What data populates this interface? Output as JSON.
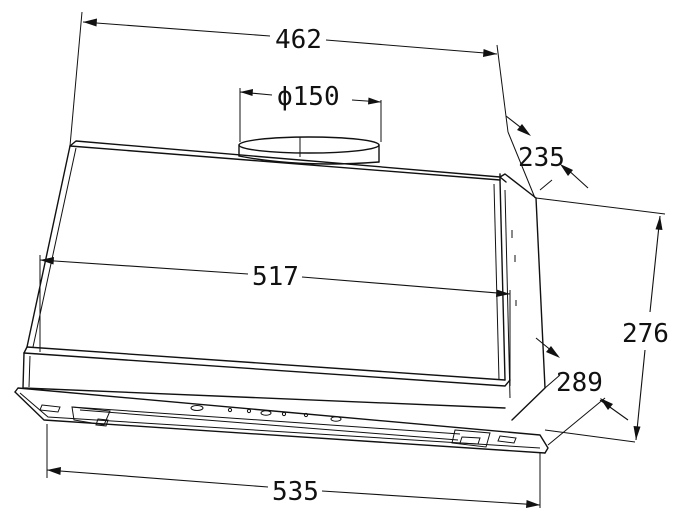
{
  "drawing": {
    "dimensions": {
      "top_width": "462",
      "duct_diameter": "ϕ150",
      "top_depth": "235",
      "body_width": "517",
      "height": "276",
      "bottom_depth": "289",
      "bottom_width": "535"
    }
  }
}
